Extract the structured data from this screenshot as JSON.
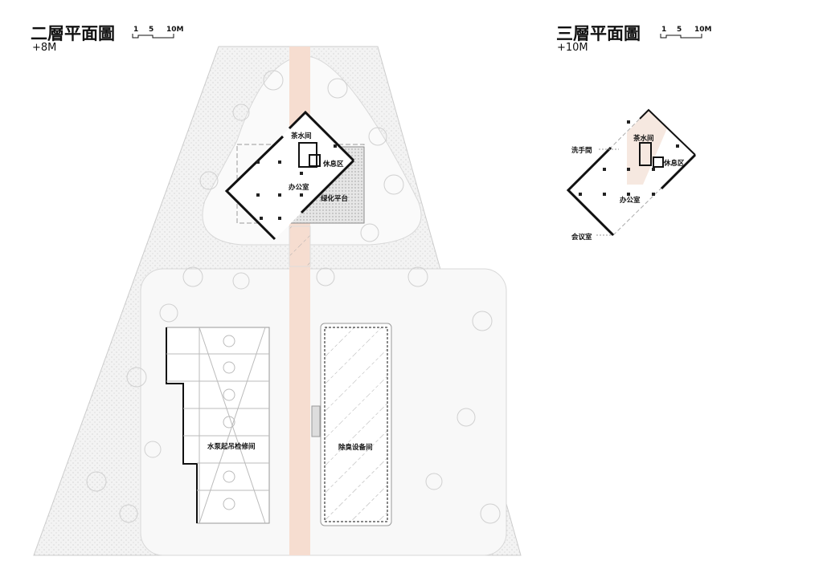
{
  "plans": [
    {
      "title": "二層平面圖",
      "level": "+8M",
      "scale": [
        "1",
        "5",
        "10M"
      ],
      "rooms": [
        "茶水间",
        "休息区",
        "办公室",
        "绿化平台",
        "水泵起吊检修间",
        "除臭设备间"
      ]
    },
    {
      "title": "三層平面圖",
      "level": "+10M",
      "scale": [
        "1",
        "5",
        "10M"
      ],
      "rooms": [
        "茶水间",
        "洗手間",
        "休息区",
        "办公室",
        "会议室"
      ]
    }
  ],
  "colors": {
    "path_strip": "#f6ddd0",
    "site_fill": "#f1f1f1",
    "wall": "#111111"
  }
}
